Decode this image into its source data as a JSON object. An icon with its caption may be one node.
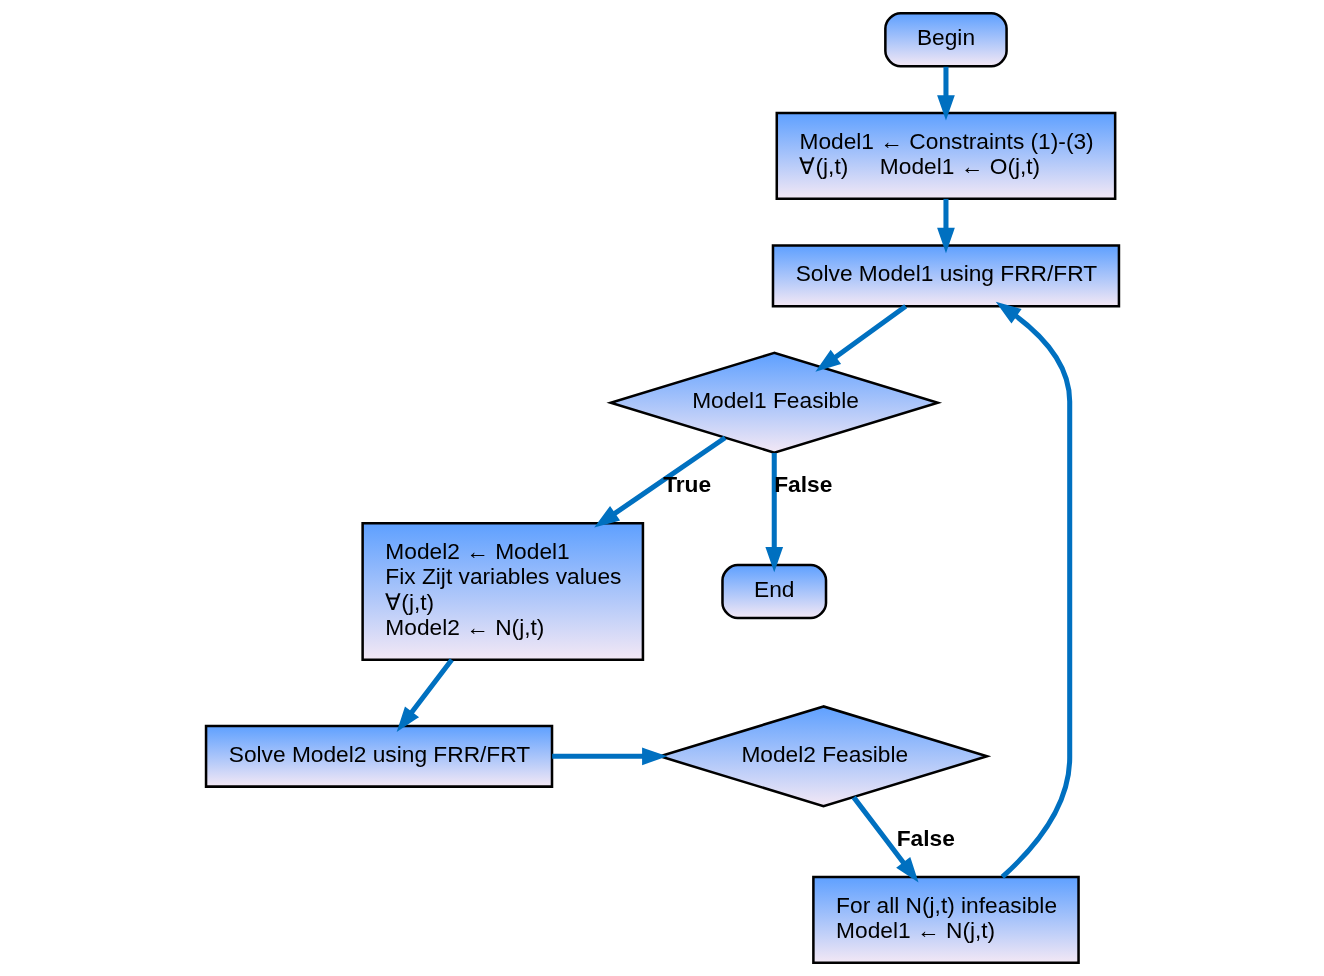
{
  "diagram": {
    "nodes": [
      {
        "text": [
          "Begin"
        ]
      },
      {
        "text": [
          "Model1 ← Constraints (1)-(3)",
          "∀(j,t)     Model1 ← O(j,t)"
        ]
      },
      {
        "text": [
          "Solve Model1 using FRR/FRT"
        ]
      },
      {
        "text": [
          "Model1 Feasible"
        ]
      },
      {
        "text": [
          "End"
        ]
      },
      {
        "text": [
          "Model2 ← Model1",
          "Fix Zijt variables values",
          "∀(j,t)",
          "Model2 ← N(j,t)"
        ]
      },
      {
        "text": [
          "Solve Model2 using FRR/FRT"
        ]
      },
      {
        "text": [
          "Model2 Feasible"
        ]
      },
      {
        "text": [
          "For all N(j,t) infeasible",
          "Model1 ← N(j,t)"
        ]
      }
    ],
    "edges": [
      {
        "from": 0,
        "to": 1,
        "arrow": "to"
      },
      {
        "from": 1,
        "to": 2,
        "arrow": "to"
      },
      {
        "from": 2,
        "to": 3,
        "arrow": "to"
      },
      {
        "from": 3,
        "to": 4,
        "arrow": "to",
        "label": "False"
      },
      {
        "from": 3,
        "to": 5,
        "arrow": "to",
        "label": "True"
      },
      {
        "from": 5,
        "to": 6,
        "arrow": "to"
      },
      {
        "from": 6,
        "to": 7,
        "arrow": "to"
      },
      {
        "from": 7,
        "to": 8,
        "arrow": "to",
        "label": "False"
      },
      {
        "from": 8,
        "to": 2,
        "arrow": "to"
      }
    ]
  }
}
